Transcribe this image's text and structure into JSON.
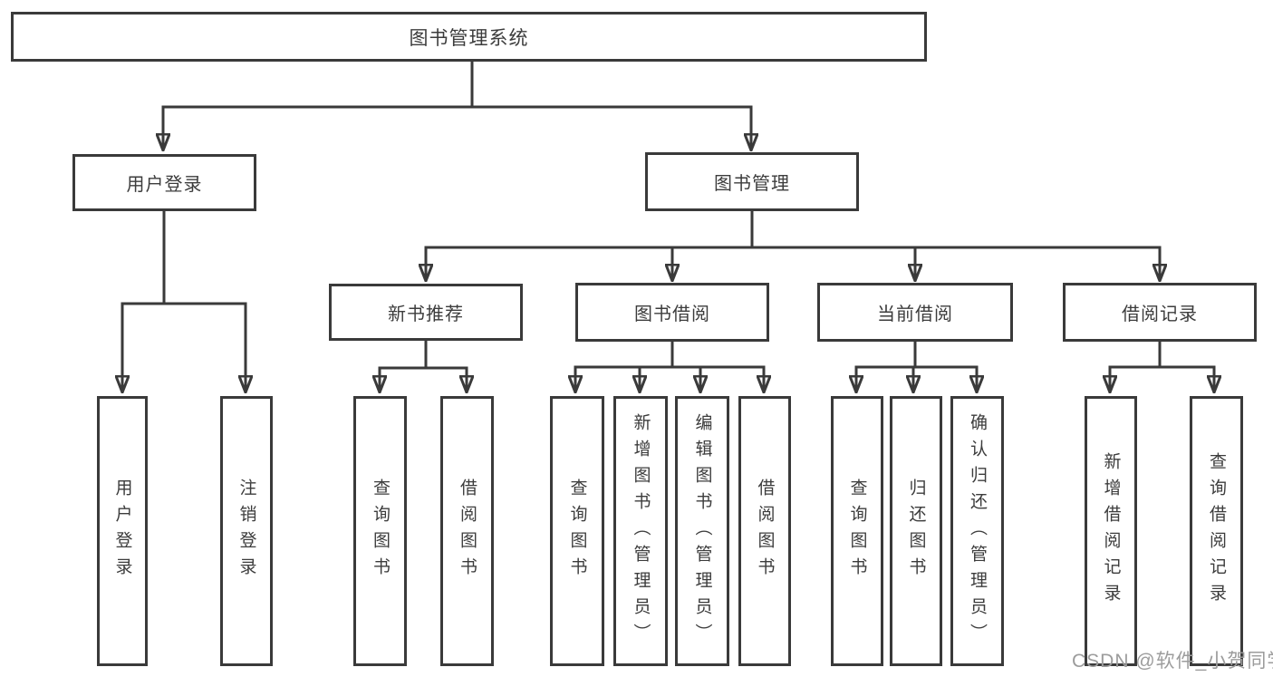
{
  "tree": {
    "root": "图书管理系统",
    "branches": [
      {
        "label": "用户登录",
        "children": [
          {
            "label": "用户登录"
          },
          {
            "label": "注销登录"
          }
        ]
      },
      {
        "label": "图书管理",
        "children": [
          {
            "label": "新书推荐",
            "children": [
              {
                "label": "查询图书"
              },
              {
                "label": "借阅图书"
              }
            ]
          },
          {
            "label": "图书借阅",
            "children": [
              {
                "label": "查询图书"
              },
              {
                "label": "新增图书（管理员）"
              },
              {
                "label": "编辑图书（管理员）"
              },
              {
                "label": "借阅图书"
              }
            ]
          },
          {
            "label": "当前借阅",
            "children": [
              {
                "label": "查询图书"
              },
              {
                "label": "归还图书"
              },
              {
                "label": "确认归还（管理员）"
              }
            ]
          },
          {
            "label": "借阅记录",
            "children": [
              {
                "label": "新增借阅记录"
              },
              {
                "label": "查询借阅记录"
              }
            ]
          }
        ]
      }
    ]
  },
  "watermark": "CSDN @软件_小贺同学",
  "colors": {
    "line": "#3a3a3a",
    "box_border": "#3a3a3a",
    "text": "#3c3c3c",
    "watermark": "#9c9c9c",
    "background": "#ffffff"
  }
}
